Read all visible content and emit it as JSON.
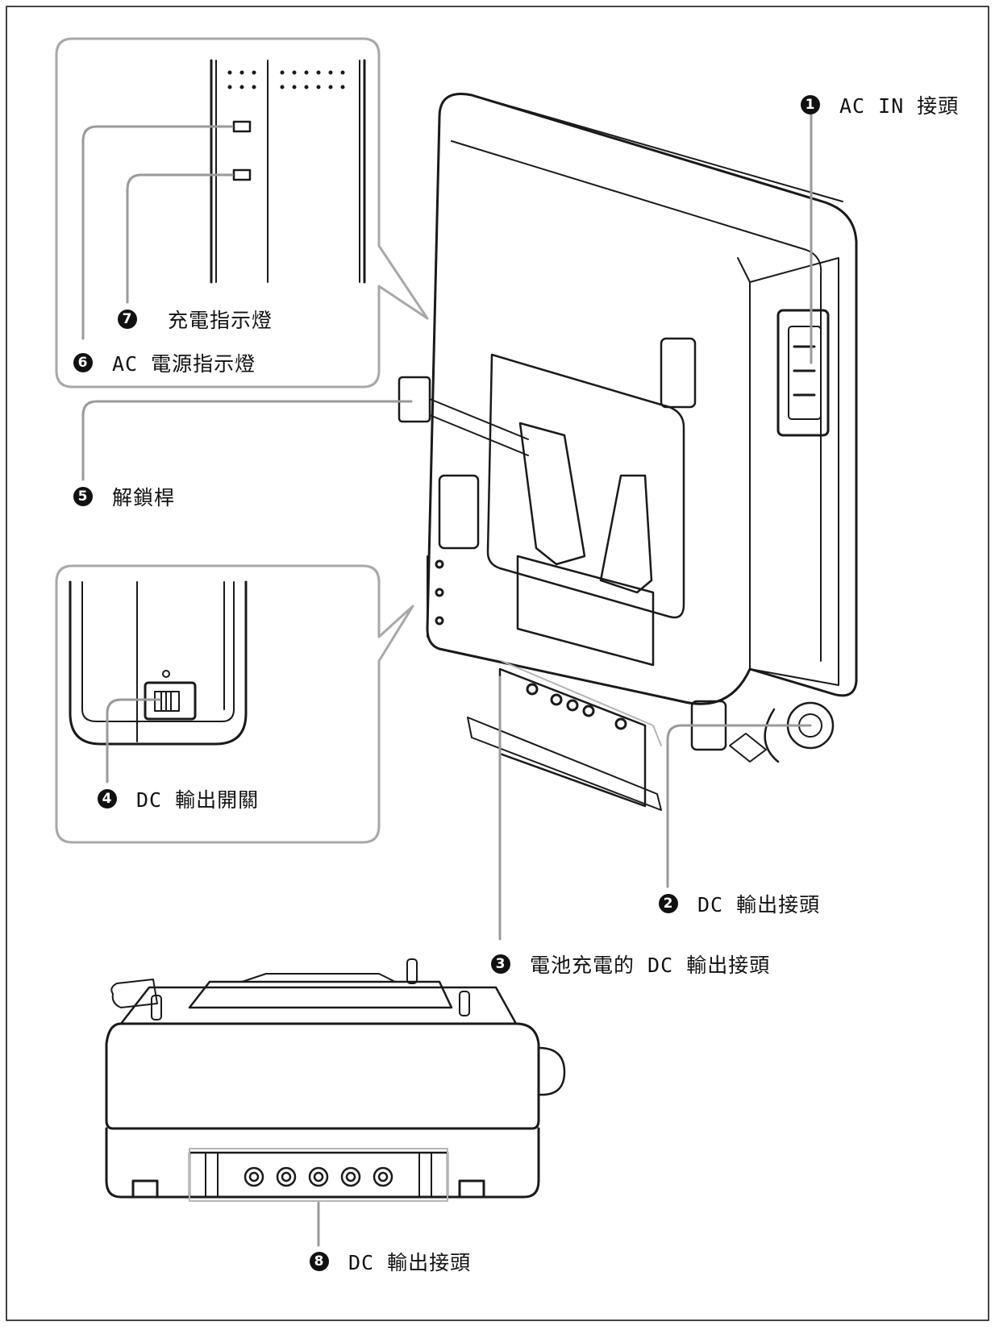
{
  "callouts": [
    {
      "num": "1",
      "label": "AC IN 接頭"
    },
    {
      "num": "2",
      "label": "DC 輸出接頭"
    },
    {
      "num": "3",
      "label": "電池充電的 DC 輸出接頭"
    },
    {
      "num": "4",
      "label": "DC 輸出開關"
    },
    {
      "num": "5",
      "label": "解鎖桿"
    },
    {
      "num": "6",
      "label": "AC 電源指示燈"
    },
    {
      "num": "7",
      "label": "充電指示燈"
    },
    {
      "num": "8",
      "label": "DC 輸出接頭"
    }
  ],
  "colors": {
    "line": "#1a1a1a",
    "leader": "#9a9a9a",
    "inset_border": "#a8a8a8"
  }
}
